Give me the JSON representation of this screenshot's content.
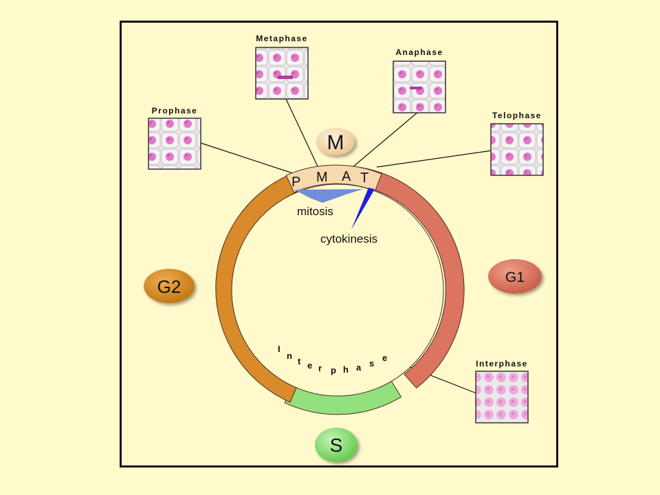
{
  "phases": {
    "m": "M",
    "g1": "G1",
    "g2": "G2",
    "s": "S"
  },
  "mitosis_stages": {
    "p": "P",
    "m": "M",
    "a": "A",
    "t": "T"
  },
  "annotations": {
    "mitosis": "mitosis",
    "cytokinesis": "cytokinesis",
    "interphase_arc": [
      "I",
      "n",
      "t",
      "e",
      "r",
      "p",
      "h",
      "a",
      "s",
      "e"
    ]
  },
  "micrographs": {
    "prophase": "Prophase",
    "metaphase": "Metaphase",
    "anaphase": "Anaphase",
    "telophase": "Telophase",
    "interphase": "Interphase"
  },
  "colors": {
    "background": "#fffccc",
    "g1": "#db7560",
    "g2": "#d98a2a",
    "s": "#92e07e",
    "m": "#f7d9ae",
    "mitosis": "#6f8fd8",
    "cytokinesis": "#1f1fe0"
  }
}
